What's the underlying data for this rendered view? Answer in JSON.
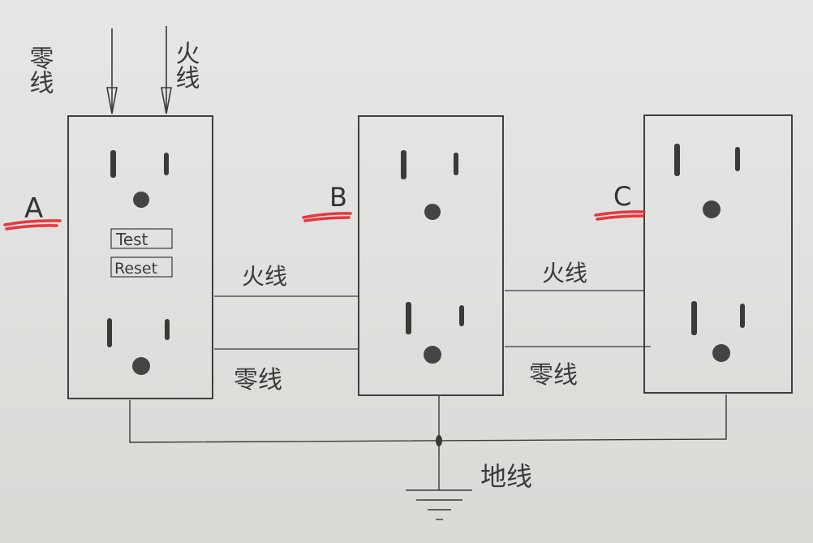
{
  "feed": {
    "neutral_label": "零线",
    "live_label": "火线"
  },
  "outlets": [
    {
      "letter": "A",
      "test_label": "Test",
      "reset_label": "Reset"
    },
    {
      "letter": "B"
    },
    {
      "letter": "C"
    }
  ],
  "links": [
    {
      "live_label": "火线",
      "neutral_label": "零线"
    },
    {
      "live_label": "火线",
      "neutral_label": "零线"
    }
  ],
  "ground_label": "地线",
  "colors": {
    "ink": "#3a3a3a",
    "highlight": "#e8363c",
    "paper": "#e2e2e0"
  }
}
